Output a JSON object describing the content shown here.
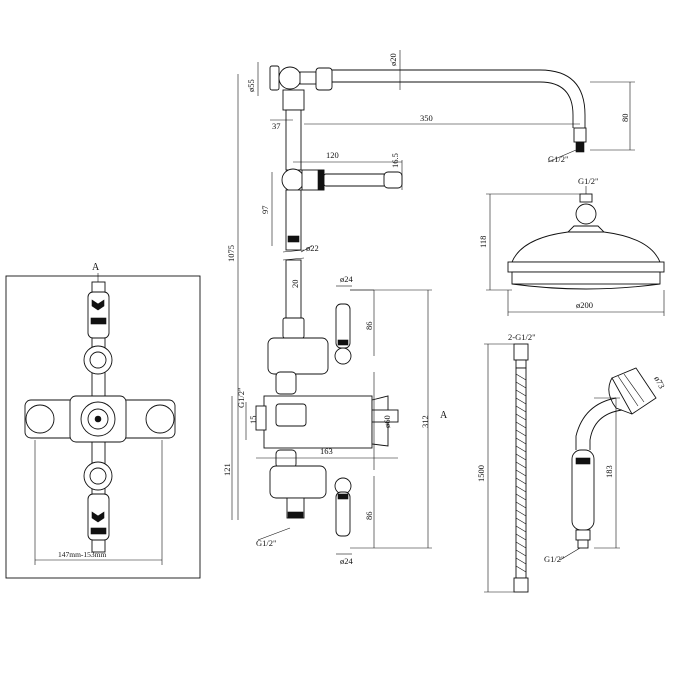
{
  "section_label_front": "A",
  "section_label_side": "A",
  "dims": {
    "d55": "ø55",
    "d37": "37",
    "d20_top": "ø20",
    "d350": "350",
    "d80": "80",
    "g12_arm": "G1/2\"",
    "d120": "120",
    "d16_5": "16.5",
    "d97": "97",
    "d22": "ø22",
    "d1075": "1075",
    "d20_pipe": "20",
    "d24_top": "ø24",
    "d86_top": "86",
    "d60": "ø60",
    "g12_side": "G1/2\"",
    "d15": "15",
    "d312": "312",
    "d163": "163",
    "d121": "121",
    "d86_bot": "86",
    "g12_inlet": "G1/2\"",
    "d24_bot": "ø24",
    "g12_head": "G1/2\"",
    "d118": "118",
    "d200": "ø200",
    "hose_g12": "2-G1/2\"",
    "d1500": "1500",
    "d73": "ø73",
    "d183": "183",
    "handset_g12": "G1/2\"",
    "d147_153": "147mm-153mm"
  }
}
